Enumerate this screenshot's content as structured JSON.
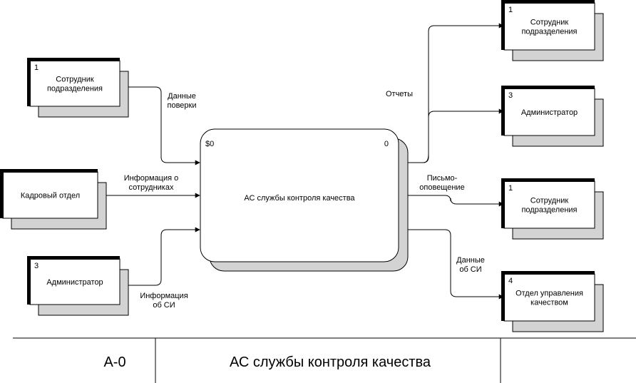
{
  "process": {
    "name": "АС службы контроля качества",
    "corner_left": "$0",
    "corner_right": "0"
  },
  "externals": [
    {
      "id": "ext-left-employee",
      "number": "1",
      "lines": [
        "Сотрудник",
        "подразделения"
      ]
    },
    {
      "id": "ext-left-hr",
      "number": "",
      "lines": [
        "Кадровый отдел"
      ]
    },
    {
      "id": "ext-left-admin",
      "number": "3",
      "lines": [
        "Администратор"
      ]
    },
    {
      "id": "ext-right-employee-top",
      "number": "1",
      "lines": [
        "Сотрудник",
        "подразделения"
      ]
    },
    {
      "id": "ext-right-admin",
      "number": "3",
      "lines": [
        "Администратор"
      ]
    },
    {
      "id": "ext-right-employee-mid",
      "number": "1",
      "lines": [
        "Сотрудник",
        "подразделения"
      ]
    },
    {
      "id": "ext-right-quality",
      "number": "4",
      "lines": [
        "Отдел управления",
        "качеством"
      ]
    }
  ],
  "flows": [
    {
      "id": "flow-verification-data",
      "lines": [
        "Данные",
        "поверки"
      ]
    },
    {
      "id": "flow-employee-info",
      "lines": [
        "Информация о",
        "сотрудниках"
      ]
    },
    {
      "id": "flow-si-info",
      "lines": [
        "Информация",
        "об СИ"
      ]
    },
    {
      "id": "flow-reports",
      "lines": [
        "Отчеты"
      ]
    },
    {
      "id": "flow-letter-notification",
      "lines": [
        "Письмо-",
        "оповещение"
      ]
    },
    {
      "id": "flow-si-data",
      "lines": [
        "Данные",
        "об СИ"
      ]
    }
  ],
  "footer": {
    "node": "A-0",
    "title": "АС службы контроля качества"
  }
}
